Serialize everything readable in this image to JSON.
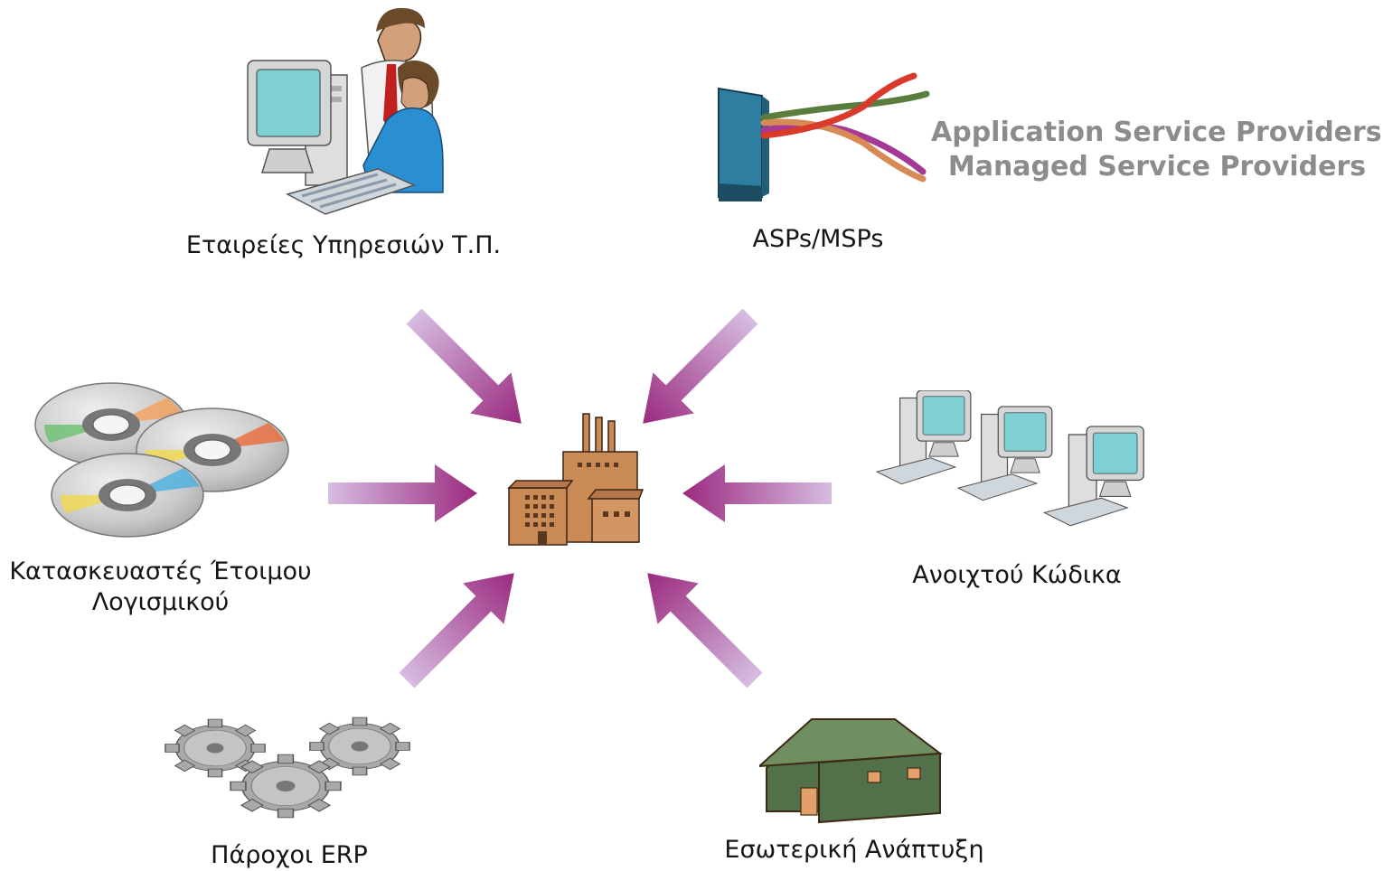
{
  "labels": {
    "it_services": "Εταιρείες Υπηρεσιών Τ.Π.",
    "asps": "ASPs/MSPs",
    "cots_line1": "Κατασκευαστές Έτοιμου",
    "cots_line2": "Λογισμικού",
    "open_source": "Ανοιχτού Κώδικα",
    "erp": "Πάροχοι ERP",
    "inhouse": "Εσωτερική Ανάπτυξη"
  },
  "asp_expansion": {
    "line1": "Application Service Providers /",
    "line2": "Managed Service Providers"
  },
  "colors": {
    "arrow": "#9b2a7f",
    "arrow_tail": "#c9a9d6",
    "factory": "#c98a56",
    "house_wall": "#52704a",
    "house_roof": "#6f8f60",
    "acronym_text": "#8c8c8c"
  },
  "icons": {
    "center": "factory-icon",
    "it_services": "workstation-people-icon",
    "asps": "cable-connector-icon",
    "cots": "cd-discs-icon",
    "open_source": "networked-computers-icon",
    "erp": "gears-icon",
    "inhouse": "house-icon"
  }
}
